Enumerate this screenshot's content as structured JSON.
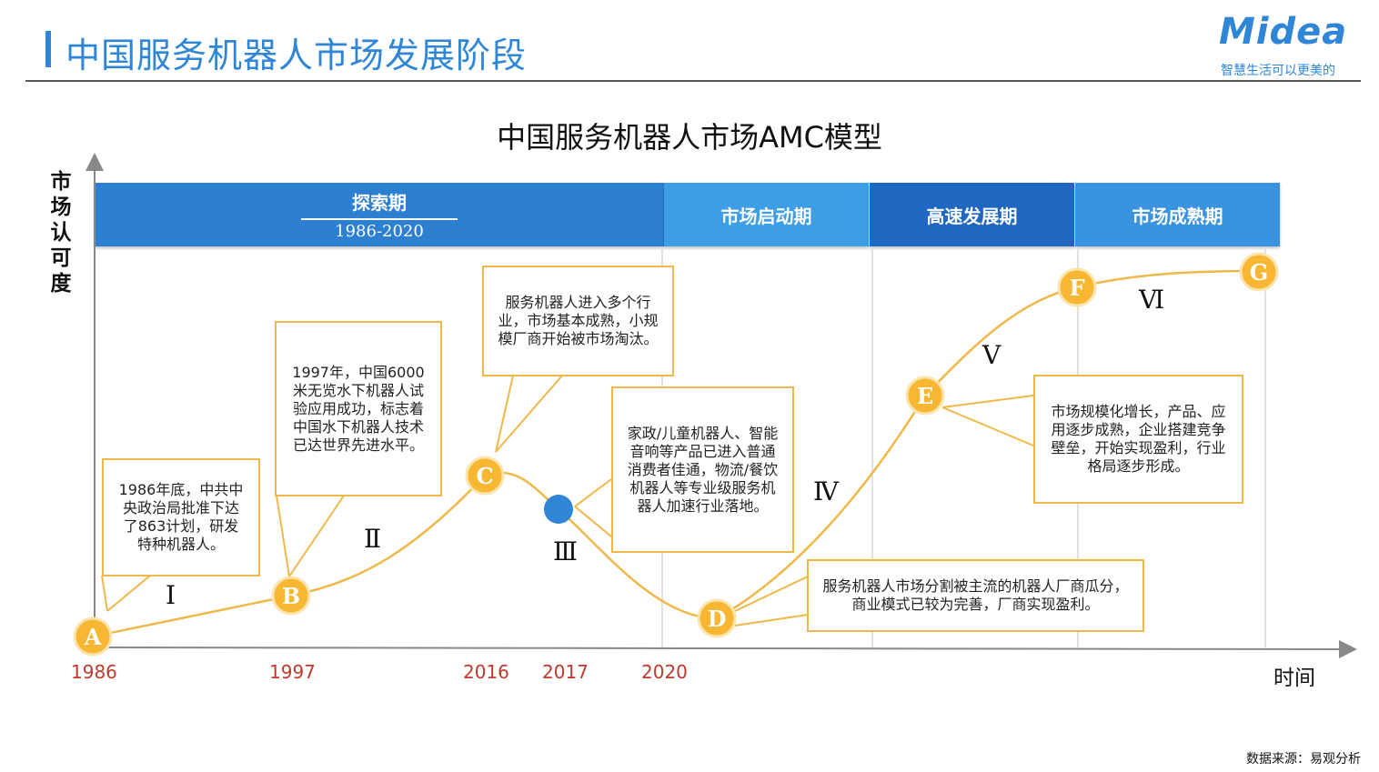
{
  "header": {
    "title": "中国服务机器人市场发展阶段",
    "logo": "Midea",
    "logo_tagline": "智慧生活可以更美的"
  },
  "diagram": {
    "title": "中国服务机器人市场AMC模型",
    "y_axis_label": "市场认可度",
    "x_axis_label": "时间",
    "phases": [
      {
        "label": "探索期",
        "range": "1986-2020"
      },
      {
        "label": "市场启动期"
      },
      {
        "label": "高速发展期"
      },
      {
        "label": "市场成熟期"
      }
    ],
    "years": [
      "1986",
      "1997",
      "2016",
      "2017",
      "2020"
    ],
    "nodes": [
      "A",
      "B",
      "C",
      "D",
      "E",
      "F",
      "G"
    ],
    "stages": [
      "Ⅰ",
      "Ⅱ",
      "Ⅲ",
      "Ⅳ",
      "Ⅴ",
      "Ⅵ"
    ],
    "callouts": [
      "1986年底，中共中央政治局批准下达了863计划，研发特种机器人。",
      "1997年，中国6000米无览水下机器人试验应用成功，标志着中国水下机器人技术已达世界先进水平。",
      "服务机器人进入多个行业，市场基本成熟，小规模厂商开始被市场淘汰。",
      "家政/儿童机器人、智能音响等产品已进入普通消费者佳通，物流/餐饮机器人等专业级服务机器人加速行业落地。",
      "服务机器人市场分割被主流的机器人厂商瓜分，商业模式已较为完善，厂商实现盈利。",
      "市场规模化增长，产品、应用逐步成熟，企业搭建竞争壁垒，开始实现盈利，行业格局逐步形成。"
    ]
  },
  "footer": {
    "source": "数据来源：易观分析"
  },
  "colors": {
    "brand": "#2f86d6",
    "node": "#f7b733",
    "curve": "#f0b848",
    "year": "#c0392b"
  }
}
